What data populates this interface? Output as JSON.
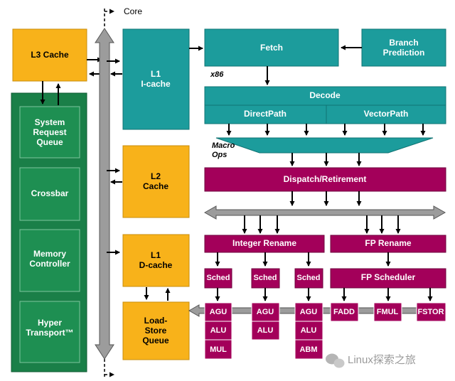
{
  "colors": {
    "teal": "#1c9c9c",
    "teal_border": "#0f7373",
    "orange": "#f8b21a",
    "orange_border": "#c98d0c",
    "green_outer": "#1a7f48",
    "green_inner": "#1e8f52",
    "magenta": "#a3005a",
    "bus_gray": "#9c9c9c",
    "arrow": "#000000"
  },
  "core_label": "Core",
  "blocks": {
    "l3_cache": "L3 Cache",
    "system_request_queue": [
      "System",
      "Request",
      "Queue"
    ],
    "crossbar": "Crossbar",
    "memory_controller": [
      "Memory",
      "Controller"
    ],
    "hyper_transport": [
      "Hyper",
      "Transport™"
    ],
    "l1_icache": [
      "L1",
      "I-cache"
    ],
    "l2_cache": [
      "L2",
      "Cache"
    ],
    "l1_dcache": [
      "L1",
      "D-cache"
    ],
    "load_store_queue": [
      "Load-",
      "Store",
      "Queue"
    ],
    "fetch": "Fetch",
    "branch_prediction": [
      "Branch",
      "Prediction"
    ],
    "x86_label": "x86",
    "decode": "Decode",
    "directpath": "DirectPath",
    "vectorpath": "VectorPath",
    "macro_ops": [
      "Macro",
      "Ops"
    ],
    "dispatch_retirement": "Dispatch/Retirement",
    "integer_rename": "Integer Rename",
    "fp_rename": "FP Rename",
    "fp_scheduler": "FP Scheduler",
    "sched": [
      "Sched",
      "Sched",
      "Sched"
    ],
    "int_units": [
      [
        "AGU",
        "ALU",
        "MUL"
      ],
      [
        "AGU",
        "ALU"
      ],
      [
        "AGU",
        "ALU",
        "ABM"
      ]
    ],
    "fp_units": [
      "FADD",
      "FMUL",
      "FSTOR"
    ]
  },
  "watermark": "Linux探索之旅"
}
